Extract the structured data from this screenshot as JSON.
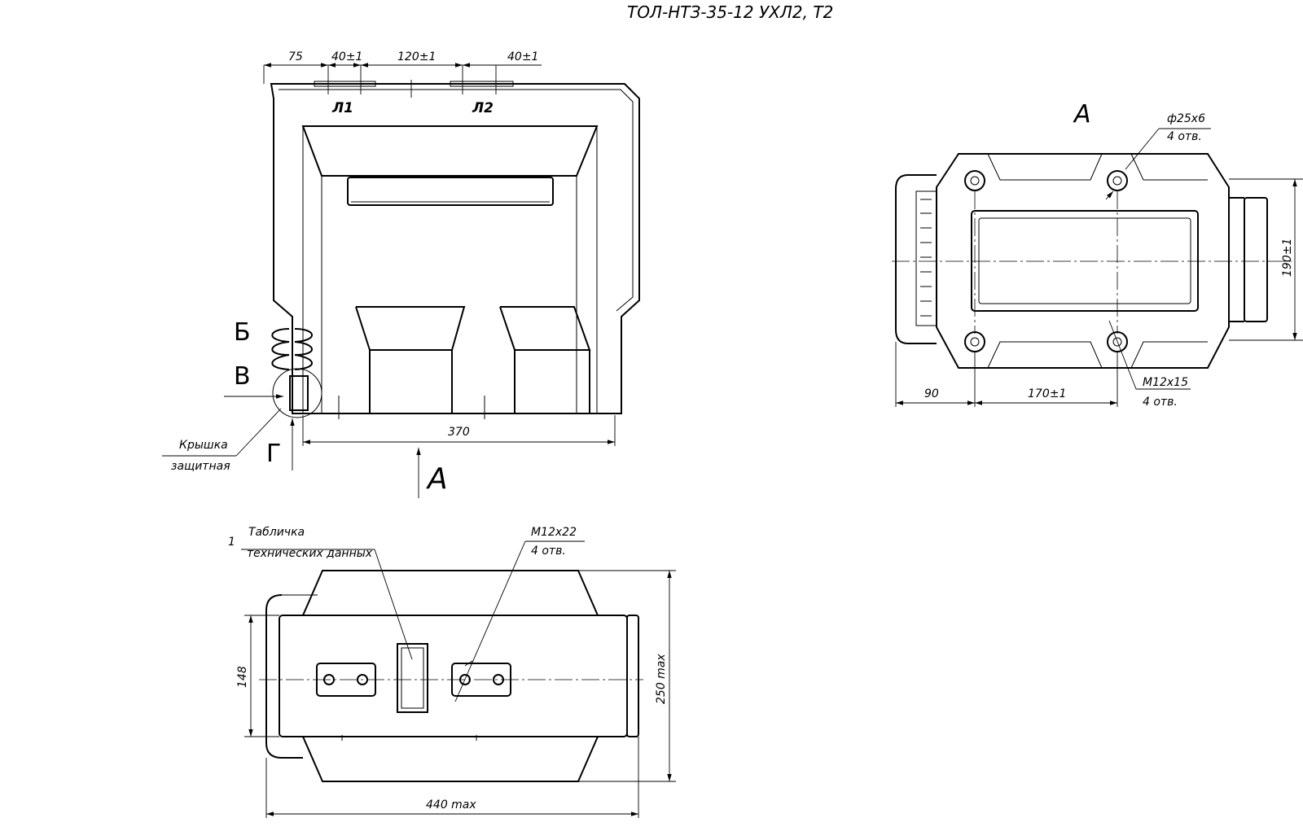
{
  "title": "ТОЛ-НТЗ-35-12 УХЛ2, Т2",
  "front_view": {
    "dims": {
      "d75": "75",
      "d40a": "40±1",
      "d120": "120±1",
      "d40b": "40±1",
      "d370": "370"
    },
    "terminal_l1": "Л1",
    "terminal_l2": "Л2",
    "label_b": "Б",
    "label_v": "В",
    "label_g": "Г",
    "view_a": "А",
    "cover_line1": "Крышка",
    "cover_line2": "защитная"
  },
  "view_a": {
    "title": "А",
    "hole_top_line1": "ф25х6",
    "hole_top_line2": "4 отв.",
    "hole_bottom_line1": "М12х15",
    "hole_bottom_line2": "4 отв.",
    "dims": {
      "d190": "190±1",
      "d90": "90",
      "d170": "170±1"
    }
  },
  "top_view": {
    "plate_num": "1",
    "plate_line1": "Табличка",
    "plate_line2": "технических данных",
    "thread_line1": "М12х22",
    "thread_line2": "4 отв.",
    "dims": {
      "d148": "148",
      "d250": "250 max",
      "d440": "440 max"
    }
  }
}
